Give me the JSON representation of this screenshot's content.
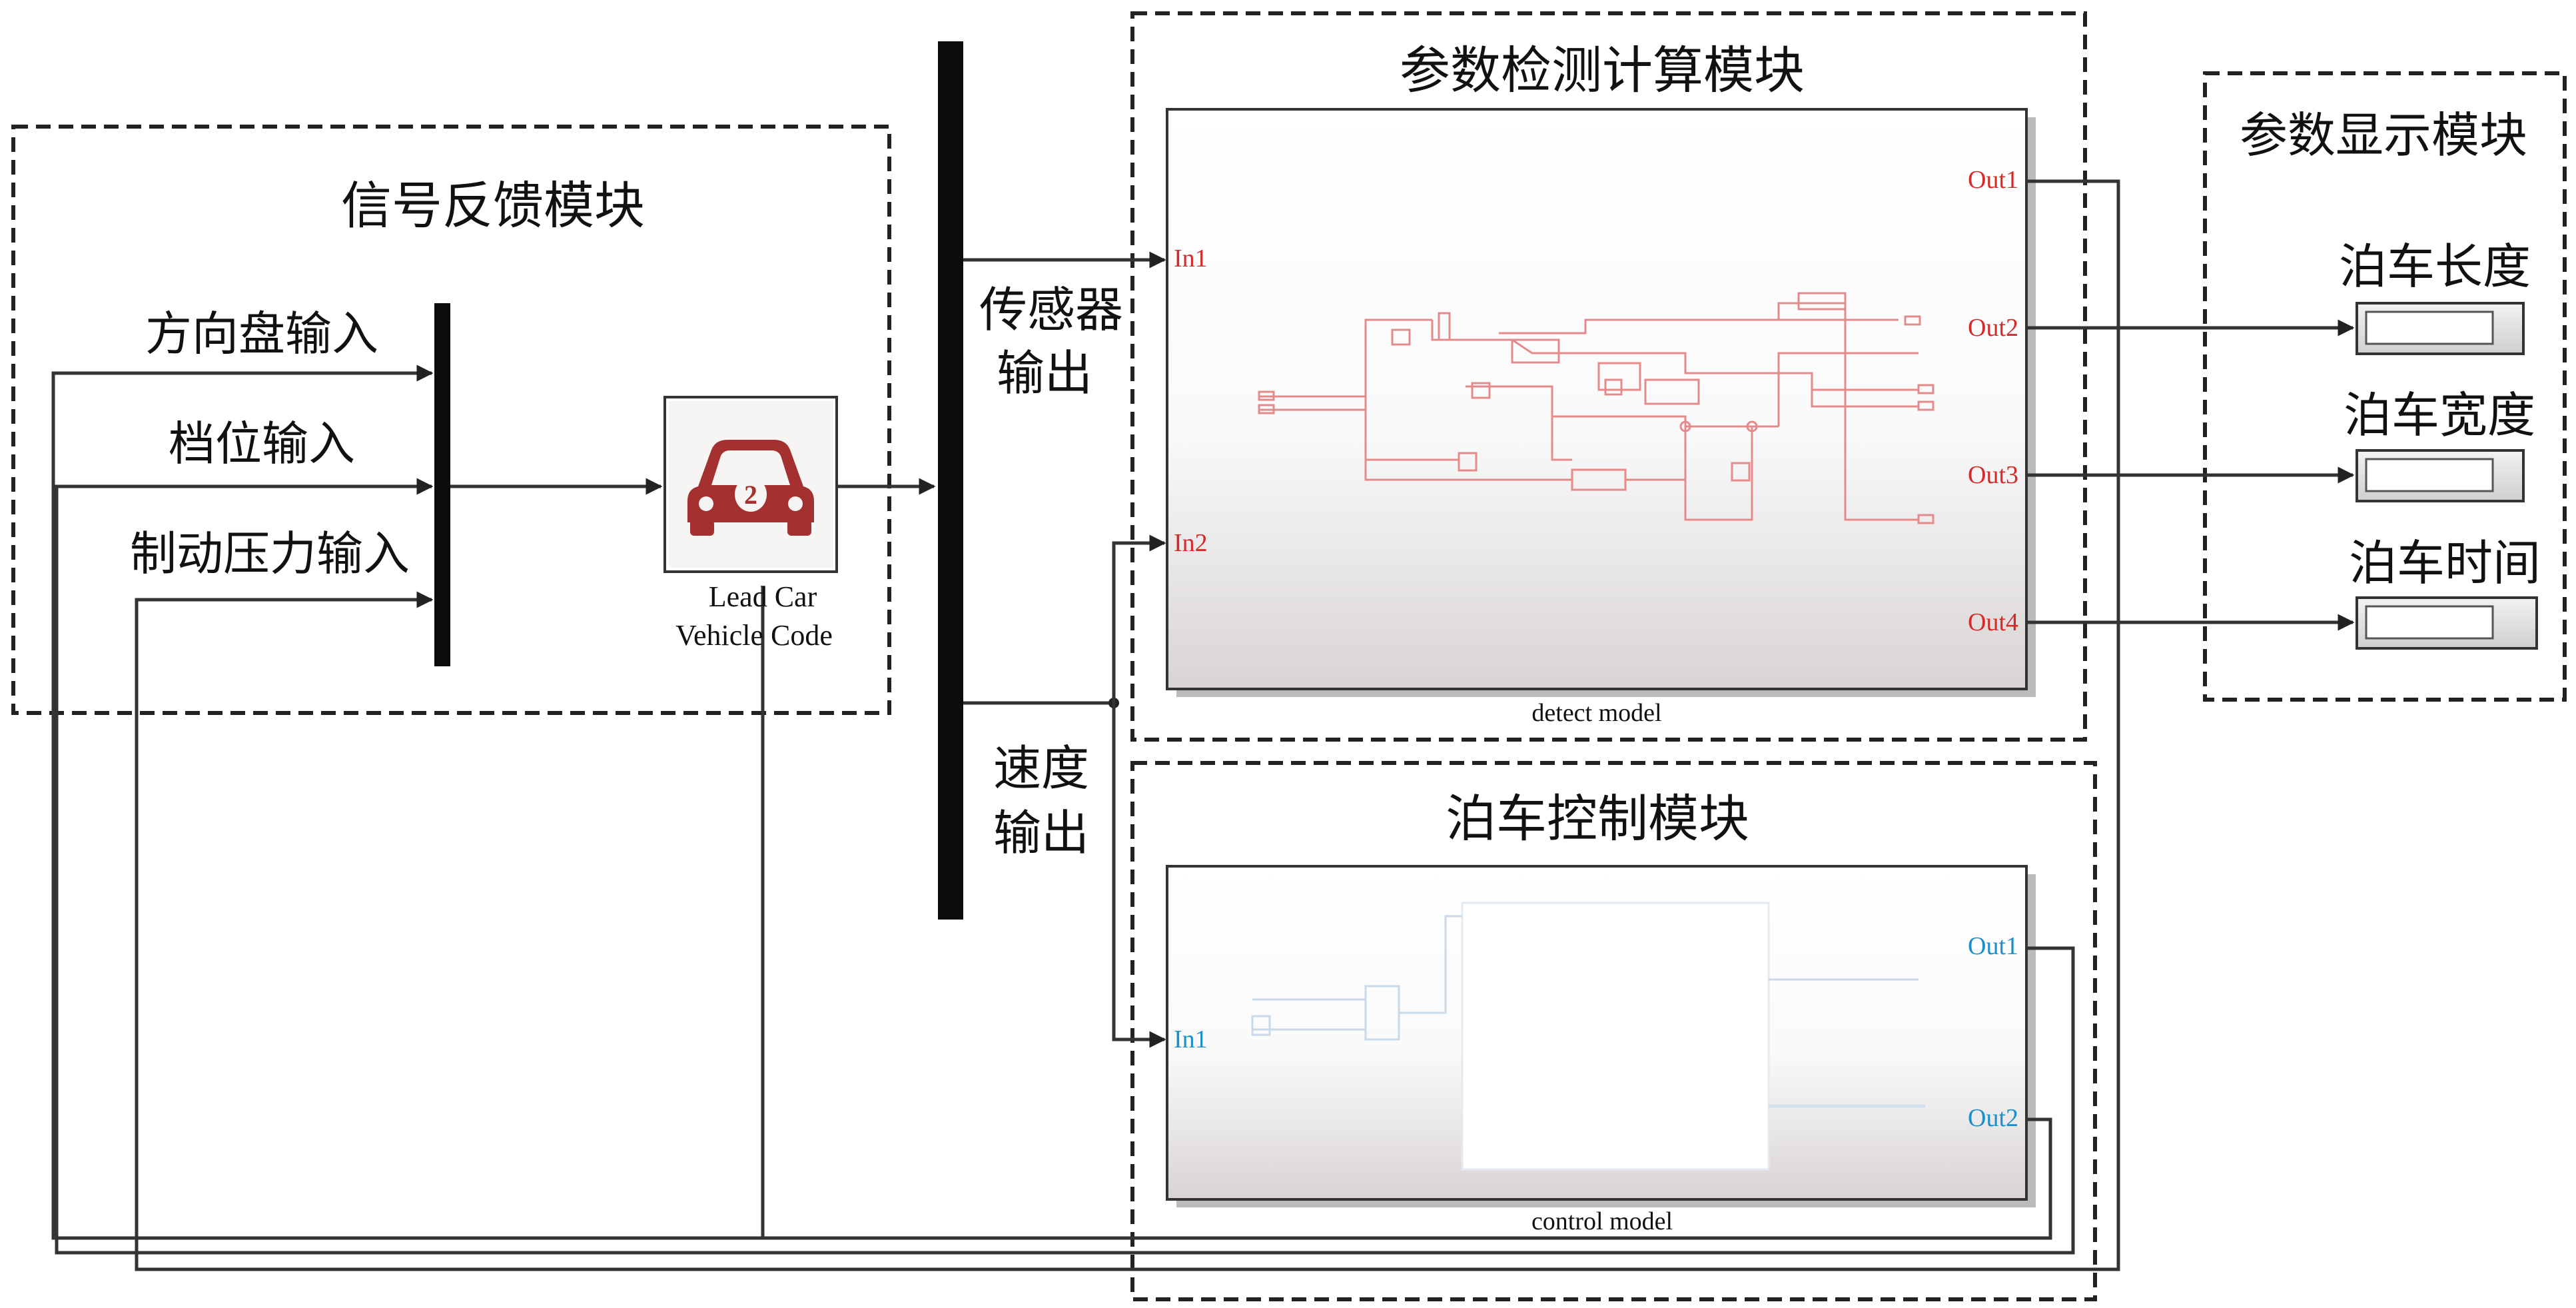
{
  "modules": {
    "feedback_title": "信号反馈模块",
    "detect_title": "参数检测计算模块",
    "display_title": "参数显示模块",
    "control_title": "泊车控制模块"
  },
  "inputs": {
    "steering": "方向盘输入",
    "gear": "档位输入",
    "brake": "制动压力输入"
  },
  "vehicle": {
    "badge": "2",
    "line1": "Lead Car",
    "line2": "Vehicle Code"
  },
  "bus_outputs": {
    "sensor_line1": "传感器",
    "sensor_line2": "输出",
    "speed_line1": "速度",
    "speed_line2": "输出"
  },
  "detect": {
    "name": "detect model",
    "in1": "In1",
    "in2": "In2",
    "out1": "Out1",
    "out2": "Out2",
    "out3": "Out3",
    "out4": "Out4"
  },
  "control": {
    "name": "control model",
    "in1": "In1",
    "out1": "Out1",
    "out2": "Out2"
  },
  "displays": {
    "length": "泊车长度",
    "width": "泊车宽度",
    "time": "泊车时间"
  },
  "colors": {
    "detect_port": "#d42a2a",
    "control_port": "#1a8fc8",
    "vehicle_icon": "#a4302f"
  }
}
